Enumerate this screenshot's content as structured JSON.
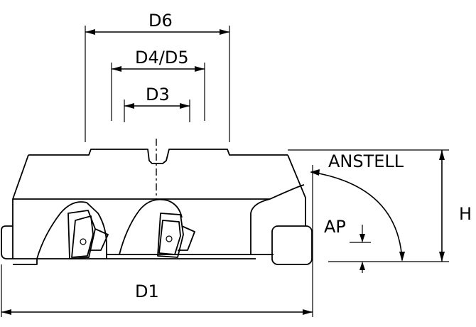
{
  "labels": {
    "d6": "D6",
    "d4d5": "D4/D5",
    "d3": "D3",
    "anstell": "ANSTELL",
    "ap": "AP",
    "h": "H",
    "d1": "D1"
  }
}
